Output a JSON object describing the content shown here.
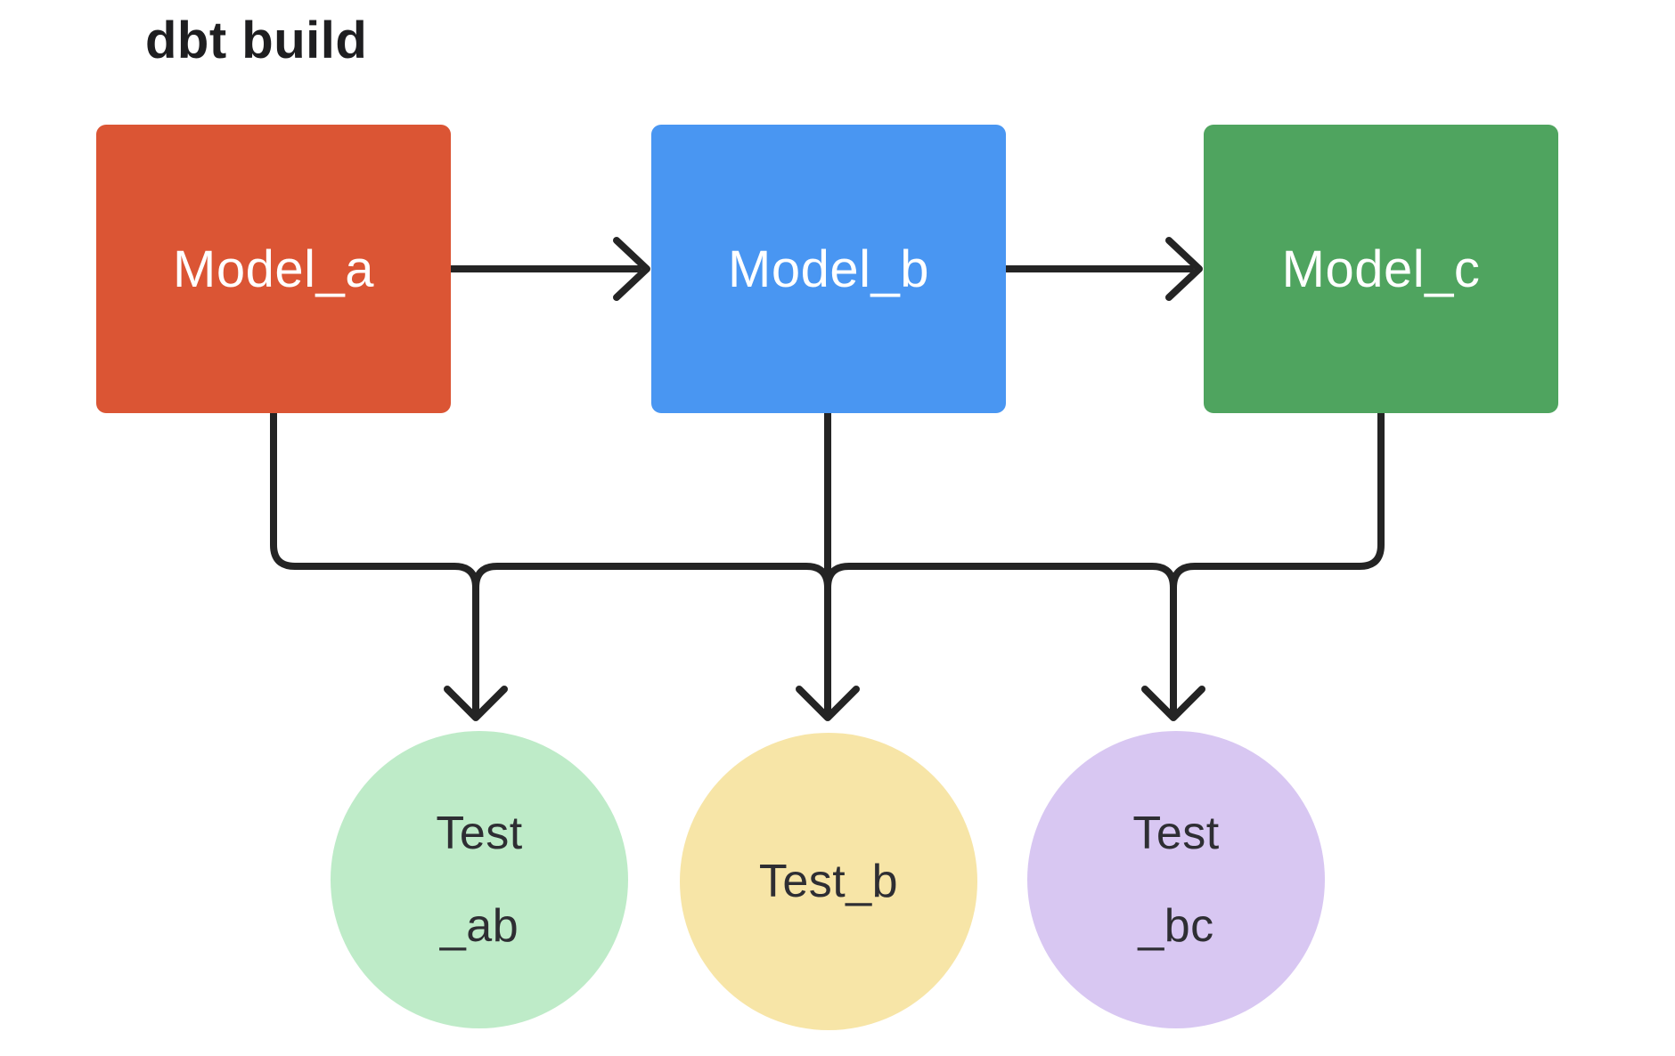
{
  "title": "dbt build",
  "colors": {
    "background": "#ffffff",
    "connector": "#242424",
    "title_text": "#1e1e20",
    "model_label_text": "#ffffff",
    "test_label_text": "#2e2e33"
  },
  "models": [
    {
      "id": "model_a",
      "label": "Model_a",
      "color": "#db5534"
    },
    {
      "id": "model_b",
      "label": "Model_b",
      "color": "#4996f2"
    },
    {
      "id": "model_c",
      "label": "Model_c",
      "color": "#4fa45f"
    }
  ],
  "tests": [
    {
      "id": "test_ab",
      "line1": "Test",
      "line2": "_ab",
      "color": "#beebc8"
    },
    {
      "id": "test_b",
      "line1": "Test_b",
      "line2": "",
      "color": "#f7e5a7"
    },
    {
      "id": "test_bc",
      "line1": "Test",
      "line2": "_bc",
      "color": "#d8c7f2"
    }
  ],
  "edges": [
    {
      "from": "Model_a",
      "to": "Model_b",
      "style": "arrow"
    },
    {
      "from": "Model_b",
      "to": "Model_c",
      "style": "arrow"
    },
    {
      "from": "Model_a",
      "to": "Test _ab",
      "style": "arrow"
    },
    {
      "from": "Model_b",
      "to": "Test_b",
      "style": "arrow"
    },
    {
      "from": "Model_c",
      "to": "Test _bc",
      "style": "arrow"
    }
  ]
}
